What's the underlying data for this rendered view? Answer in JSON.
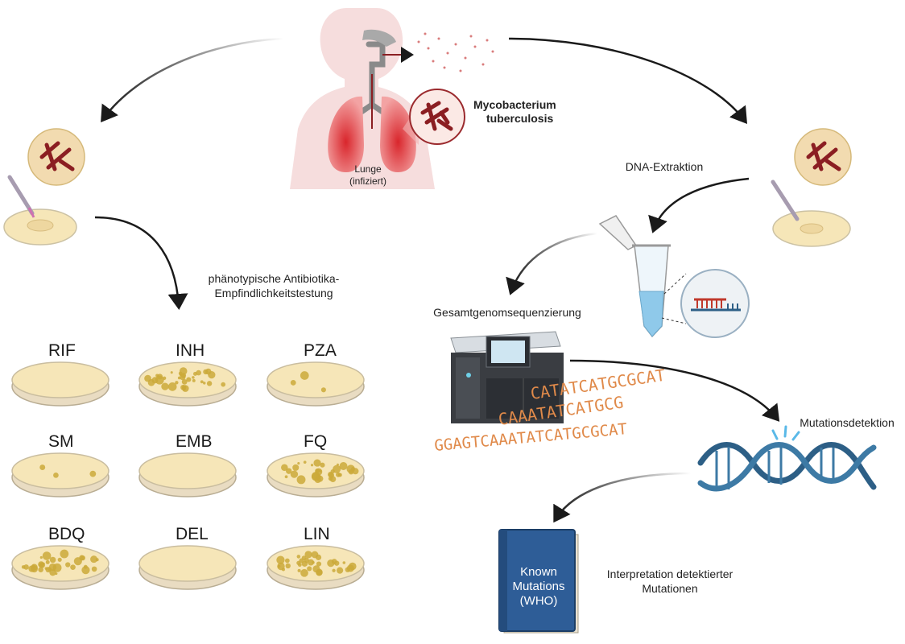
{
  "header": {
    "organism": "Mycobacterium tuberculosis",
    "organism_line1": "Mycobacterium",
    "organism_line2": "tuberculosis",
    "lung_label_line1": "Lunge",
    "lung_label_line2": "(infiziert)"
  },
  "left_branch": {
    "ast_label_line1": "phänotypische Antibiotika-",
    "ast_label_line2": "Empfindlichkeitstestung",
    "plates": [
      {
        "drug": "RIF",
        "growth": "none"
      },
      {
        "drug": "INH",
        "growth": "heavy"
      },
      {
        "drug": "PZA",
        "growth": "light"
      },
      {
        "drug": "SM",
        "growth": "light"
      },
      {
        "drug": "EMB",
        "growth": "none"
      },
      {
        "drug": "FQ",
        "growth": "heavy"
      },
      {
        "drug": "BDQ",
        "growth": "heavy"
      },
      {
        "drug": "DEL",
        "growth": "none"
      },
      {
        "drug": "LIN",
        "growth": "heavy"
      }
    ]
  },
  "right_branch": {
    "dna_extraction_label": "DNA-Extraktion",
    "wgs_label": "Gesamtgenomsequenzierung",
    "mutation_detection_label": "Mutationsdetektion",
    "interpretation_line1": "Interpretation detektierter",
    "interpretation_line2": "Mutationen",
    "sequence_lines": [
      "CATATCATGCGCAT",
      "CAAATATCATGCG",
      "GGAGTCAAATATCATGCGCAT"
    ],
    "book_line1": "Known",
    "book_line2": "Mutations",
    "book_line3": "(WHO)"
  },
  "colors": {
    "bacteria": "#8b1e22",
    "lung": "#e0474c",
    "agar": "#f6e6b8",
    "colony": "#cba93a",
    "dna": "#2d5f86",
    "book": "#2e5d97",
    "arrow": "#1a1a1a"
  }
}
